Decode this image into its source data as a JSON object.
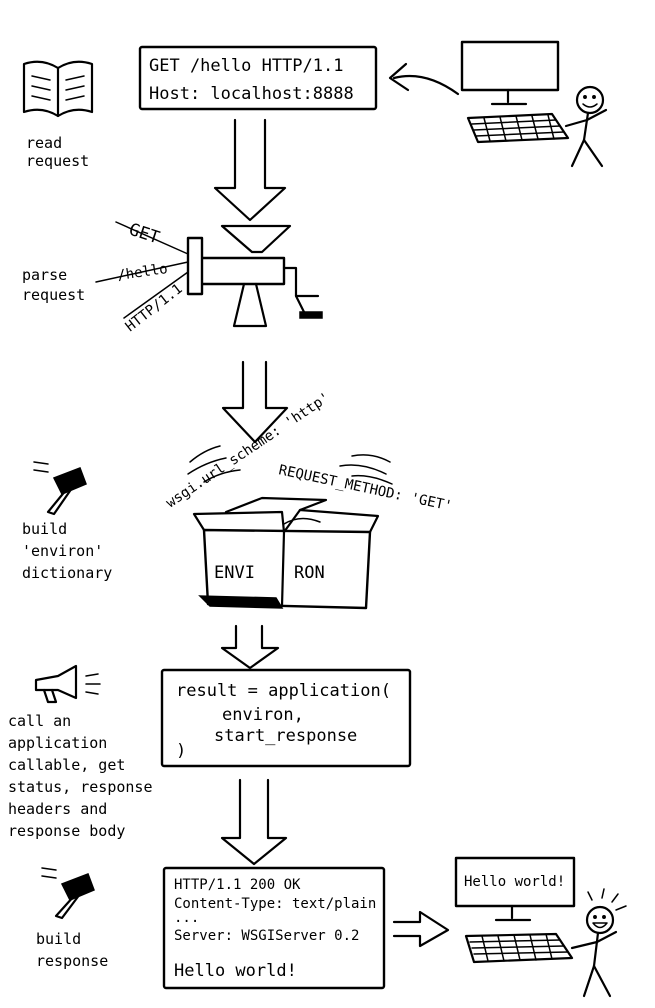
{
  "steps": {
    "read_request": {
      "label_lines": [
        "read",
        "request"
      ]
    },
    "parse_request": {
      "label_lines": [
        "parse",
        "request"
      ]
    },
    "build_environ": {
      "label_lines": [
        "build",
        "'environ'",
        "dictionary"
      ]
    },
    "call_application": {
      "label_lines": [
        "call an",
        "application",
        "callable, get",
        "status, response",
        "headers and",
        "response body"
      ]
    },
    "build_response": {
      "label_lines": [
        "build",
        "response"
      ]
    }
  },
  "request_box": {
    "lines": [
      "GET /hello HTTP/1.1",
      "Host: localhost:8888"
    ]
  },
  "parse_parts": [
    "GET",
    "/hello",
    "HTTP/1.1"
  ],
  "environ": {
    "flying_keys": [
      "wsgi.url_scheme: 'http'",
      "REQUEST_METHOD: 'GET'"
    ],
    "box_left": "ENVI",
    "box_right": "RON"
  },
  "application_box": {
    "lines": [
      "result = application(",
      "environ,",
      "start_response",
      ")"
    ]
  },
  "response_box": {
    "lines": [
      "HTTP/1.1  200 OK",
      "Content-Type: text/plain",
      "...",
      "Server: WSGIServer 0.2",
      "Hello world!"
    ]
  },
  "screen_text": "Hello world!"
}
